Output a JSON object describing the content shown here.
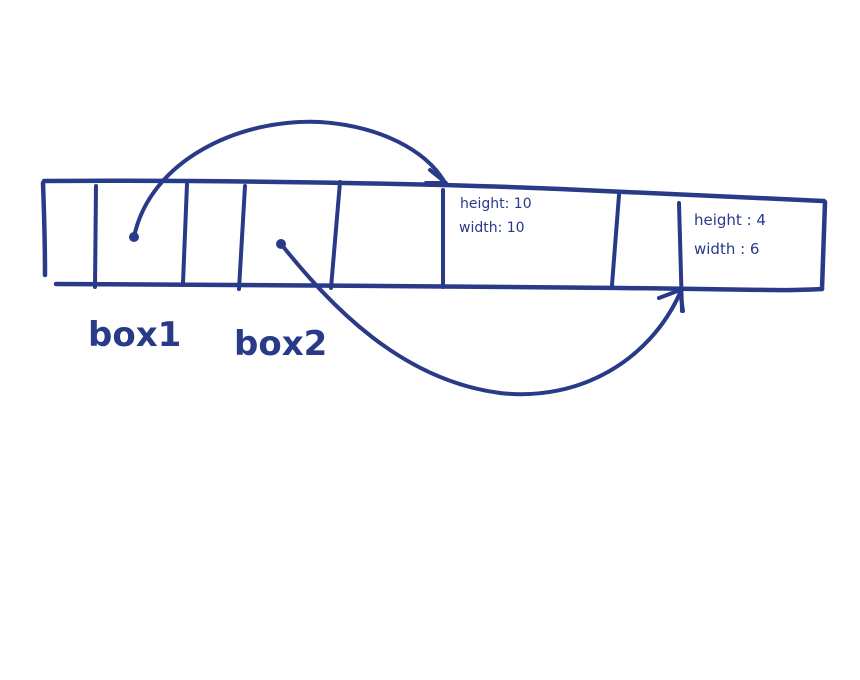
{
  "labels": {
    "box1": "box1",
    "box2": "box2"
  },
  "object_a": {
    "height": "height: 10",
    "width": "width: 10"
  },
  "object_b": {
    "height": "height : 4",
    "width": "width : 6"
  },
  "ink_color": "#283a88"
}
